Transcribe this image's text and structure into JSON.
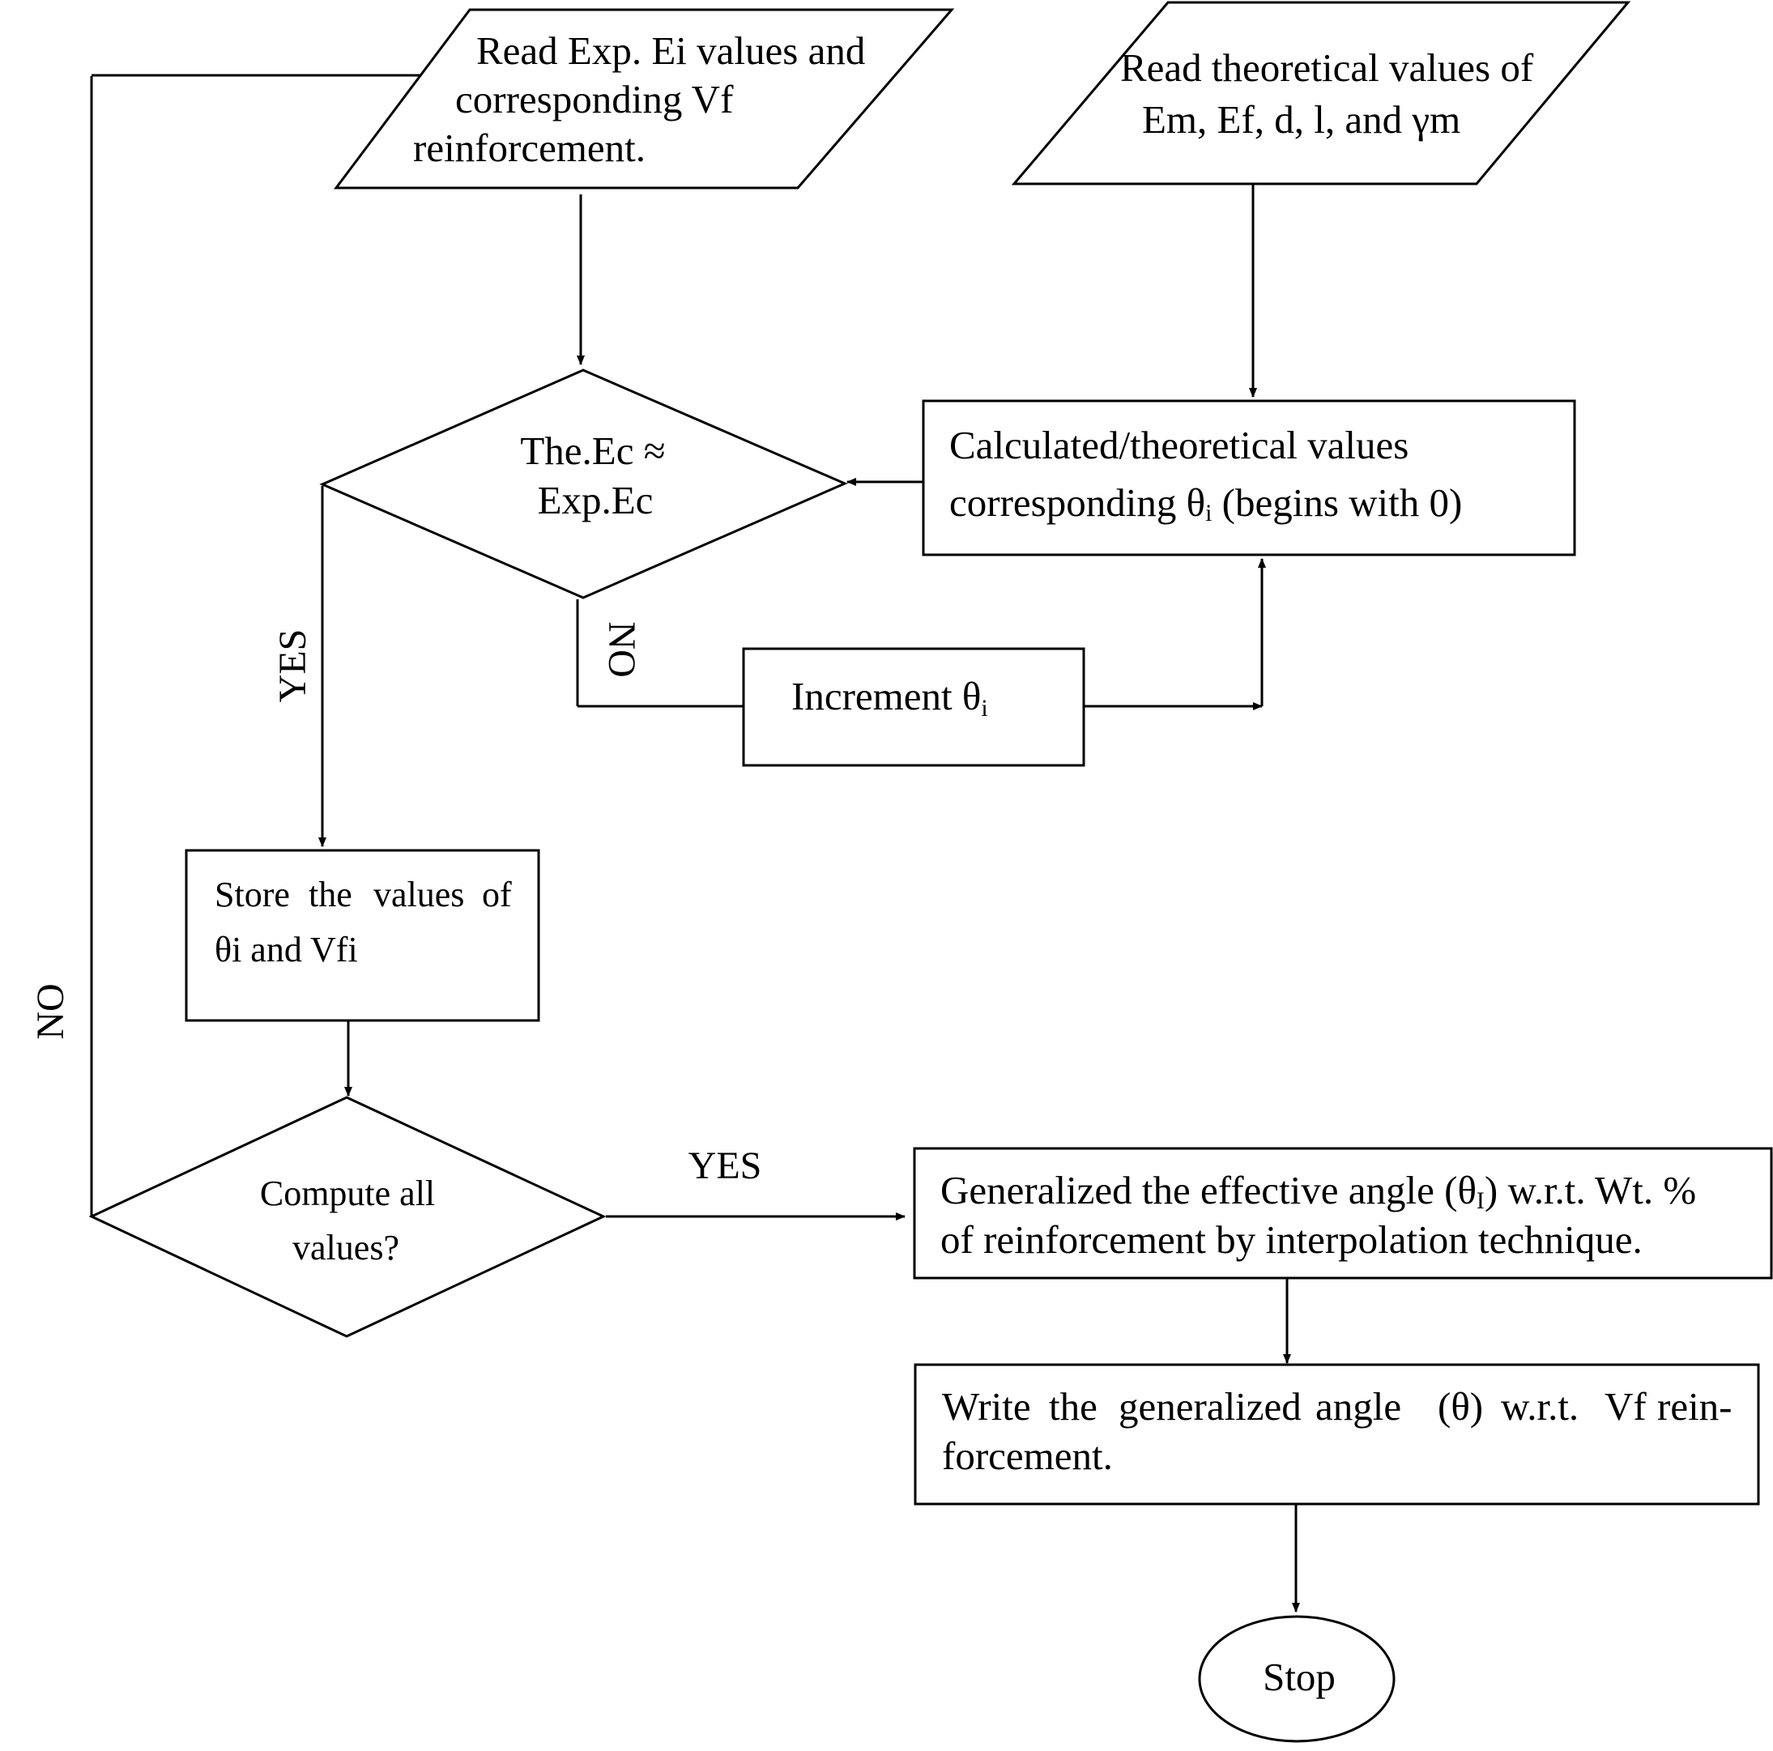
{
  "nodes": {
    "read_exp": {
      "lines": [
        "Read Exp. Ei values and",
        "corresponding Vf",
        "reinforcement."
      ]
    },
    "read_theo": {
      "line1": "Read theoretical values of",
      "line2_pre": "Em, Ef, d, l, and ",
      "gamma": "γ",
      "line2_post": "m"
    },
    "calc": {
      "line1": "Calculated/theoretical values",
      "line2_pre": "corresponding ",
      "theta": "θ",
      "sub": "i",
      "line2_post": " (begins with 0)"
    },
    "decision_ec": {
      "lines": [
        "The.Ec ≈",
        "Exp.Ec"
      ]
    },
    "increment": {
      "pre": "Increment ",
      "theta": "θ",
      "sub": "i"
    },
    "store": {
      "line1_words": [
        "Store",
        "the",
        "values",
        "of"
      ],
      "line2": "θi and Vfi"
    },
    "decision_compute": {
      "lines": [
        "Compute all",
        "values?"
      ]
    },
    "generalize": {
      "line1_pre": "Generalized the effective angle (",
      "theta": "θ",
      "sub": "I",
      "line1_post": ") w.r.t. Wt. %",
      "line2": "of reinforcement by interpolation technique."
    },
    "write": {
      "line1_words": [
        "Write",
        "the",
        "generalized",
        "angle",
        "(θ)",
        "w.r.t.",
        "Vf",
        "rein-"
      ],
      "line2": "forcement."
    },
    "stop": {
      "label": "Stop"
    }
  },
  "edge_labels": {
    "yes_store": "YES",
    "no_increment": "NO",
    "no_loop": "NO",
    "yes_generalize": "YES"
  }
}
